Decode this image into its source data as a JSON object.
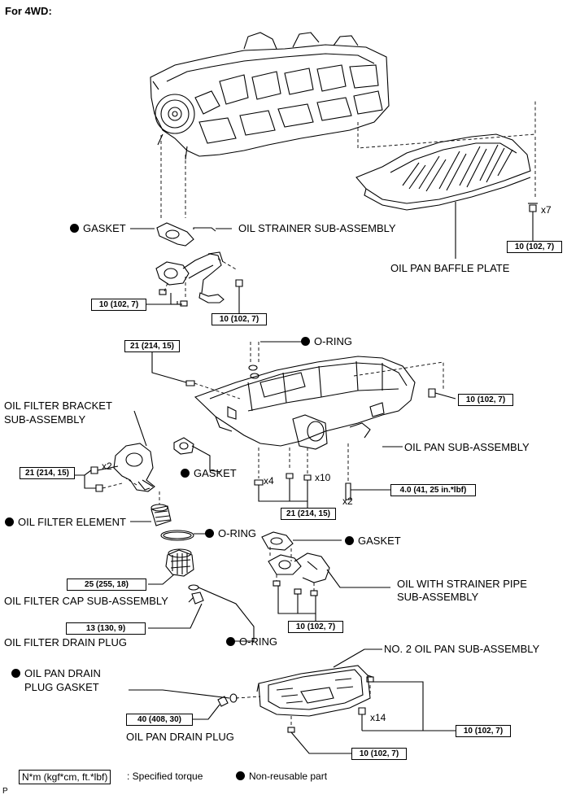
{
  "title": "For 4WD:",
  "labels": {
    "gasket_top": "GASKET",
    "oil_strainer": "OIL STRAINER SUB-ASSEMBLY",
    "baffle_plate": "OIL PAN BAFFLE PLATE",
    "o_ring_top": "O-RING",
    "filter_bracket_1": "OIL FILTER BRACKET",
    "filter_bracket_2": "SUB-ASSEMBLY",
    "gasket_mid": "GASKET",
    "oil_pan_sub": "OIL PAN SUB-ASSEMBLY",
    "filter_element": "OIL FILTER ELEMENT",
    "o_ring_mid": "O-RING",
    "gasket_right": "GASKET",
    "filter_cap": "OIL FILTER CAP SUB-ASSEMBLY",
    "strainer_pipe_1": "OIL WITH STRAINER PIPE",
    "strainer_pipe_2": "SUB-ASSEMBLY",
    "drain_plug_filter": "OIL FILTER DRAIN PLUG",
    "o_ring_low": "O-RING",
    "no2_oil_pan": "NO. 2 OIL PAN SUB-ASSEMBLY",
    "drain_gasket_1": "OIL PAN DRAIN",
    "drain_gasket_2": "PLUG GASKET",
    "drain_plug": "OIL PAN DRAIN PLUG"
  },
  "torques": {
    "t_baffle": "10 (102, 7)",
    "t_strainer_left": "10 (102, 7)",
    "t_strainer_right": "10 (102, 7)",
    "t_pan_topleft": "21 (214, 15)",
    "t_pan_right": "10 (102, 7)",
    "t_bracket": "21 (214, 15)",
    "t_pan_bottom": "21 (214, 15)",
    "t_stud": "4.0 (41, 25 in.*lbf)",
    "t_cap": "25 (255, 18)",
    "t_pipe": "10 (102, 7)",
    "t_filter_drain": "13 (130, 9)",
    "t_no2_right": "10 (102, 7)",
    "t_drain": "40 (408, 30)",
    "t_no2_bottom": "10 (102, 7)"
  },
  "quantities": {
    "q_baffle": "x7",
    "q_bracket": "x2",
    "q_x4": "x4",
    "q_x10": "x10",
    "q_x2_stud": "x2",
    "q_x14": "x14"
  },
  "legend": {
    "torque_box": "N*m (kgf*cm, ft.*lbf)",
    "torque_text": ": Specified torque",
    "nonreusable": "Non-reusable part"
  },
  "corner_code": "P"
}
